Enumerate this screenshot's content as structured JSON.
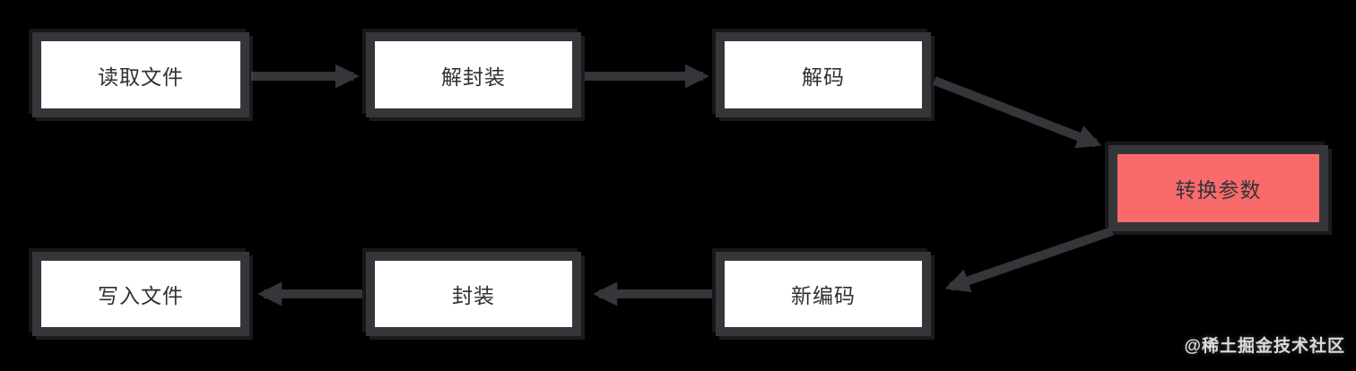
{
  "diagram": {
    "title": "media-transcode-flow",
    "colors": {
      "background": "#000000",
      "node_fill": "#ffffff",
      "node_border": "#35363a",
      "accent_fill": "#f96b6b",
      "text": "#2f3033",
      "arrow": "#35363a"
    },
    "nodes": [
      {
        "id": "read-file",
        "label": "读取文件"
      },
      {
        "id": "demux",
        "label": "解封装"
      },
      {
        "id": "decode",
        "label": "解码"
      },
      {
        "id": "convert-params",
        "label": "转换参数",
        "accent": true
      },
      {
        "id": "write-file",
        "label": "写入文件"
      },
      {
        "id": "mux",
        "label": "封装"
      },
      {
        "id": "re-encode",
        "label": "新编码"
      }
    ],
    "edges": [
      {
        "from": "read-file",
        "to": "demux"
      },
      {
        "from": "demux",
        "to": "decode"
      },
      {
        "from": "decode",
        "to": "convert-params"
      },
      {
        "from": "convert-params",
        "to": "re-encode"
      },
      {
        "from": "re-encode",
        "to": "mux"
      },
      {
        "from": "mux",
        "to": "write-file"
      }
    ]
  },
  "watermark": {
    "text": "@稀土掘金技术社区"
  }
}
